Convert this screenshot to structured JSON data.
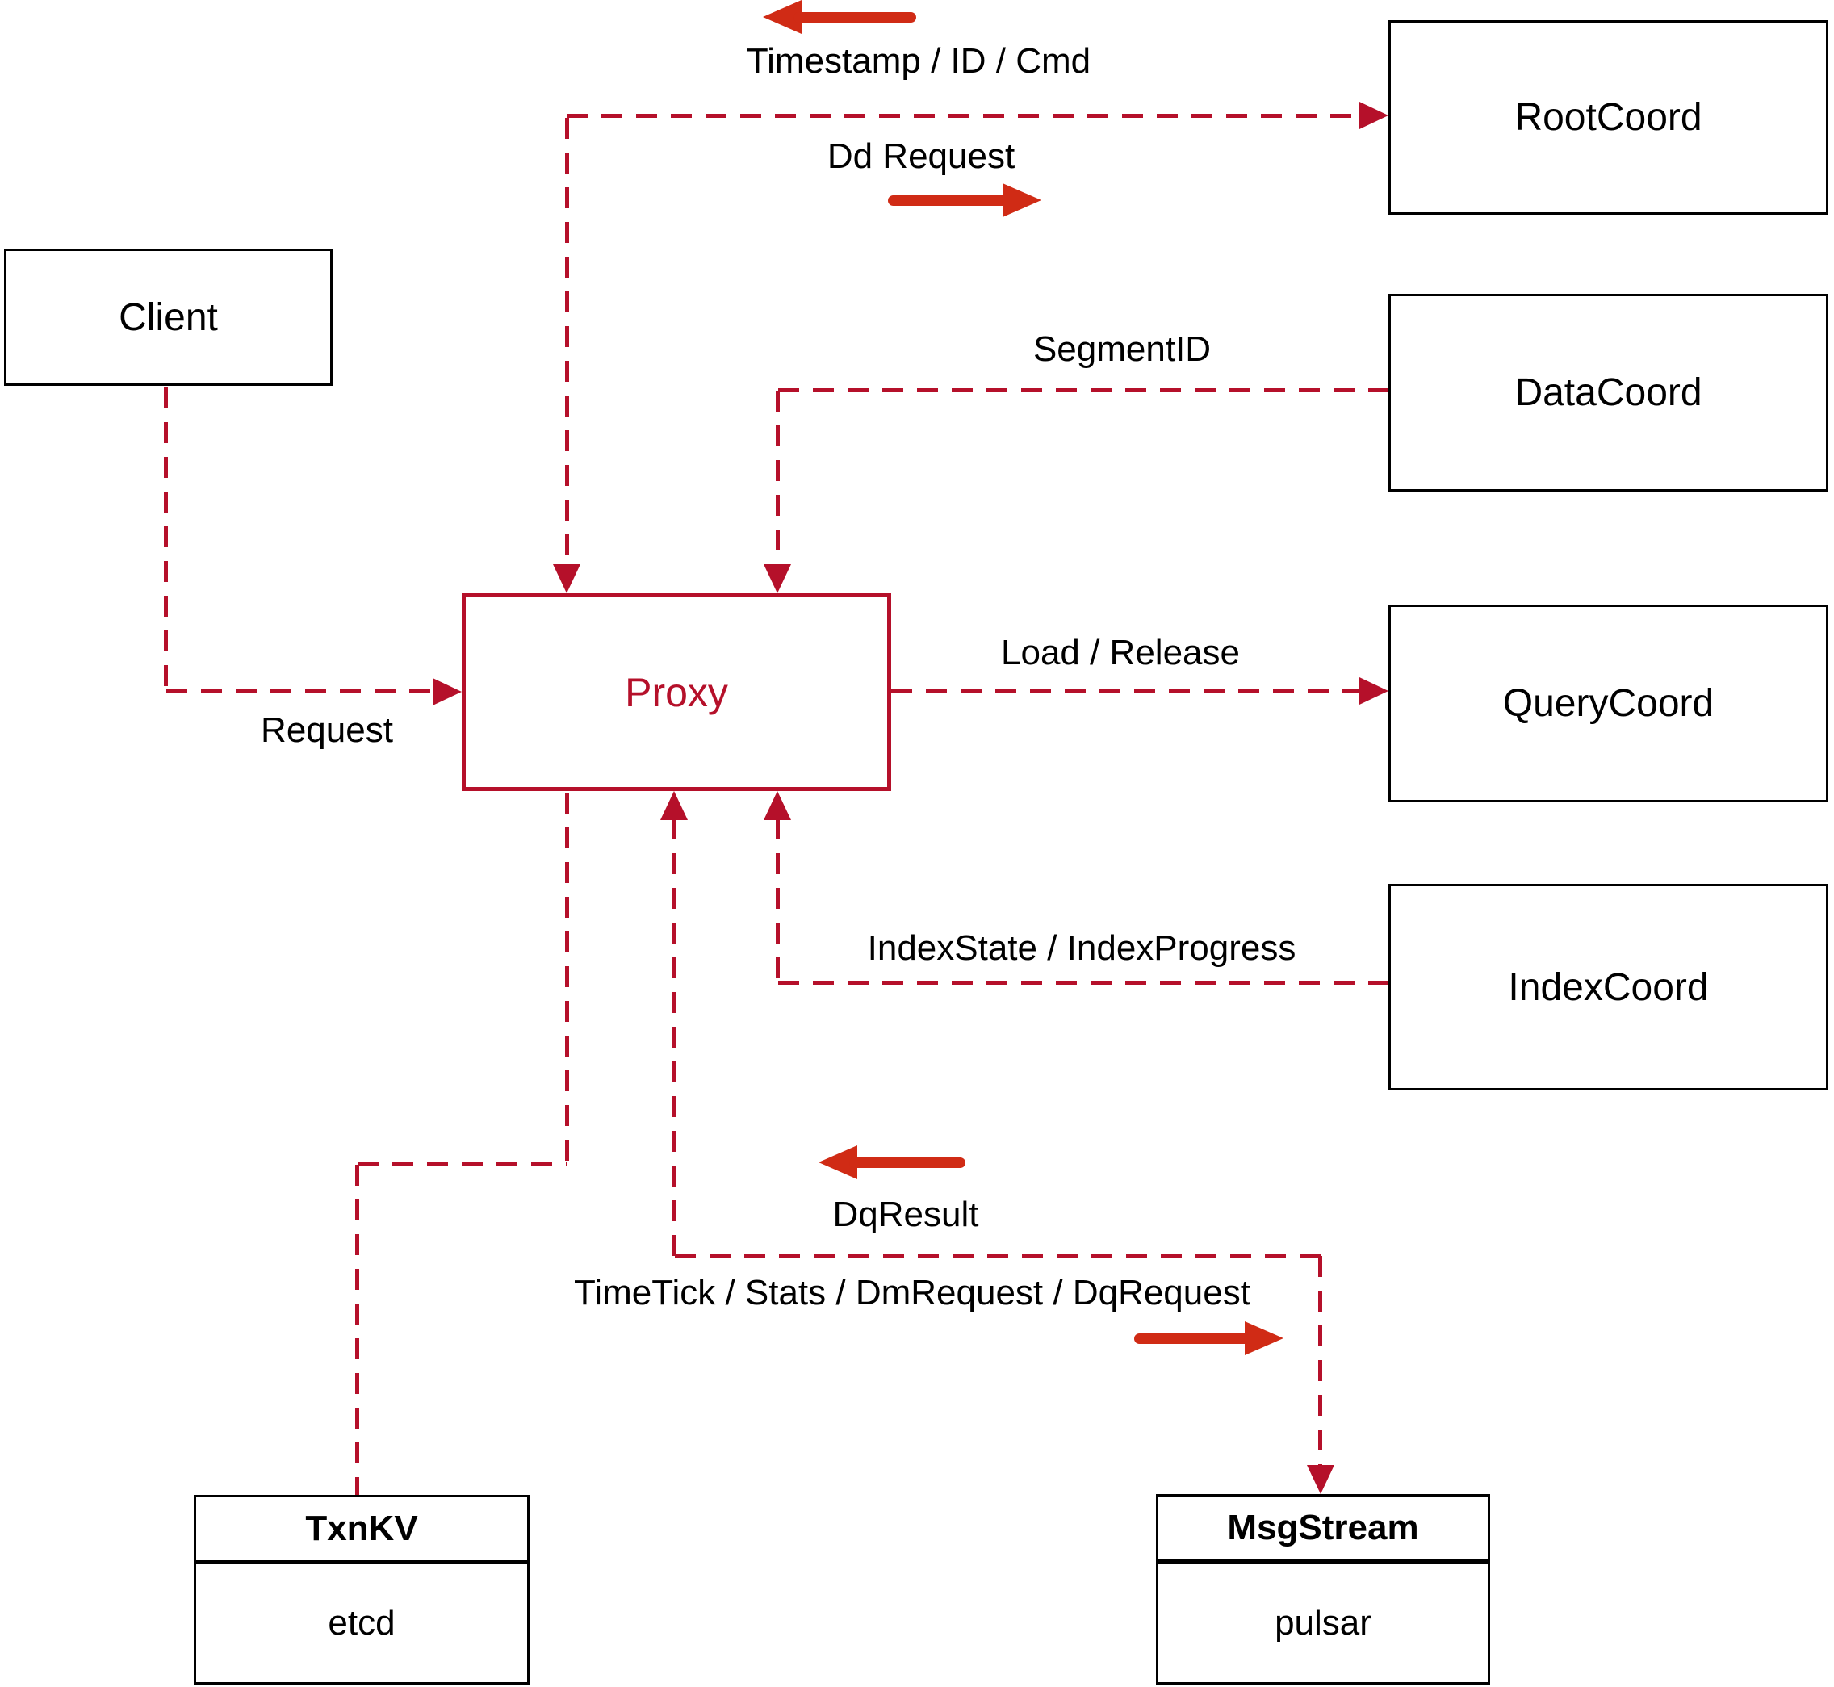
{
  "colors": {
    "line": "#b5102a",
    "solid": "#d02b15",
    "border": "#000000",
    "text": "#000000"
  },
  "nodes": {
    "client": {
      "label": "Client"
    },
    "rootcoord": {
      "label": "RootCoord"
    },
    "datacoord": {
      "label": "DataCoord"
    },
    "querycoord": {
      "label": "QueryCoord"
    },
    "indexcoord": {
      "label": "IndexCoord"
    },
    "proxy": {
      "label": "Proxy"
    },
    "txnkv": {
      "title": "TxnKV",
      "impl": "etcd"
    },
    "msgstream": {
      "title": "MsgStream",
      "impl": "pulsar"
    }
  },
  "edges": {
    "client_proxy": {
      "label": "Request"
    },
    "proxy_rootcoord": {
      "label_return": "Timestamp / ID / Cmd",
      "label_send": "Dd Request"
    },
    "datacoord_proxy": {
      "label": "SegmentID"
    },
    "proxy_querycoord": {
      "label": "Load / Release"
    },
    "indexcoord_proxy": {
      "label": "IndexState / IndexProgress"
    },
    "proxy_msgstream": {
      "label_return": "DqResult",
      "label_send": "TimeTick / Stats / DmRequest / DqRequest"
    }
  }
}
